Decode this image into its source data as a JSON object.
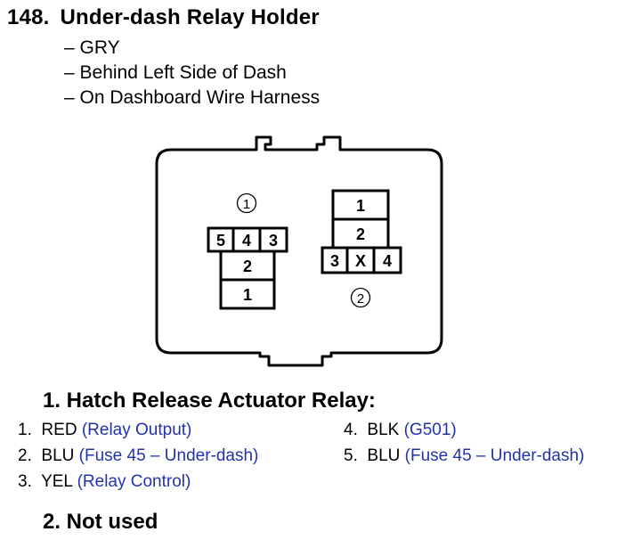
{
  "connector": {
    "number": "148.",
    "title": "Under-dash Relay Holder",
    "details": [
      "– GRY",
      "– Behind Left Side of Dash",
      "– On Dashboard Wire Harness"
    ]
  },
  "diagram": {
    "relay1": {
      "label": "1",
      "top_row": [
        "5",
        "4",
        "3"
      ],
      "mid": "2",
      "bottom": "1"
    },
    "relay2": {
      "label": "2",
      "top": "1",
      "mid": "2",
      "bottom_row": [
        "3",
        "X",
        "4"
      ]
    }
  },
  "sections": [
    {
      "title": "1. Hatch Release Actuator Relay:",
      "pins": [
        {
          "num": "1.",
          "color": "RED",
          "note": "(Relay Output)"
        },
        {
          "num": "2.",
          "color": "BLU",
          "note": "(Fuse 45 – Under-dash)"
        },
        {
          "num": "3.",
          "color": "YEL",
          "note": "(Relay Control)"
        },
        {
          "num": "4.",
          "color": "BLK",
          "note": "(G501)"
        },
        {
          "num": "5.",
          "color": "BLU",
          "note": "(Fuse 45 – Under-dash)"
        }
      ]
    },
    {
      "title": "2. Not used"
    }
  ],
  "colors": {
    "note": "#2233aa",
    "outline": "#000000"
  }
}
